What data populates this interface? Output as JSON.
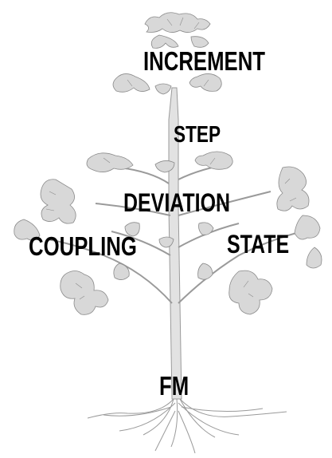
{
  "diagram": {
    "labels": {
      "increment": "INCREMENT",
      "step": "STEP",
      "deviation": "DEVIATION",
      "coupling": "COUPLING",
      "state": "STATE",
      "fm": "FM"
    }
  },
  "colors": {
    "ink": "#000000",
    "foliage": "#bdbdbd",
    "foliage_dark": "#8a8a8a",
    "background": "#ffffff"
  }
}
